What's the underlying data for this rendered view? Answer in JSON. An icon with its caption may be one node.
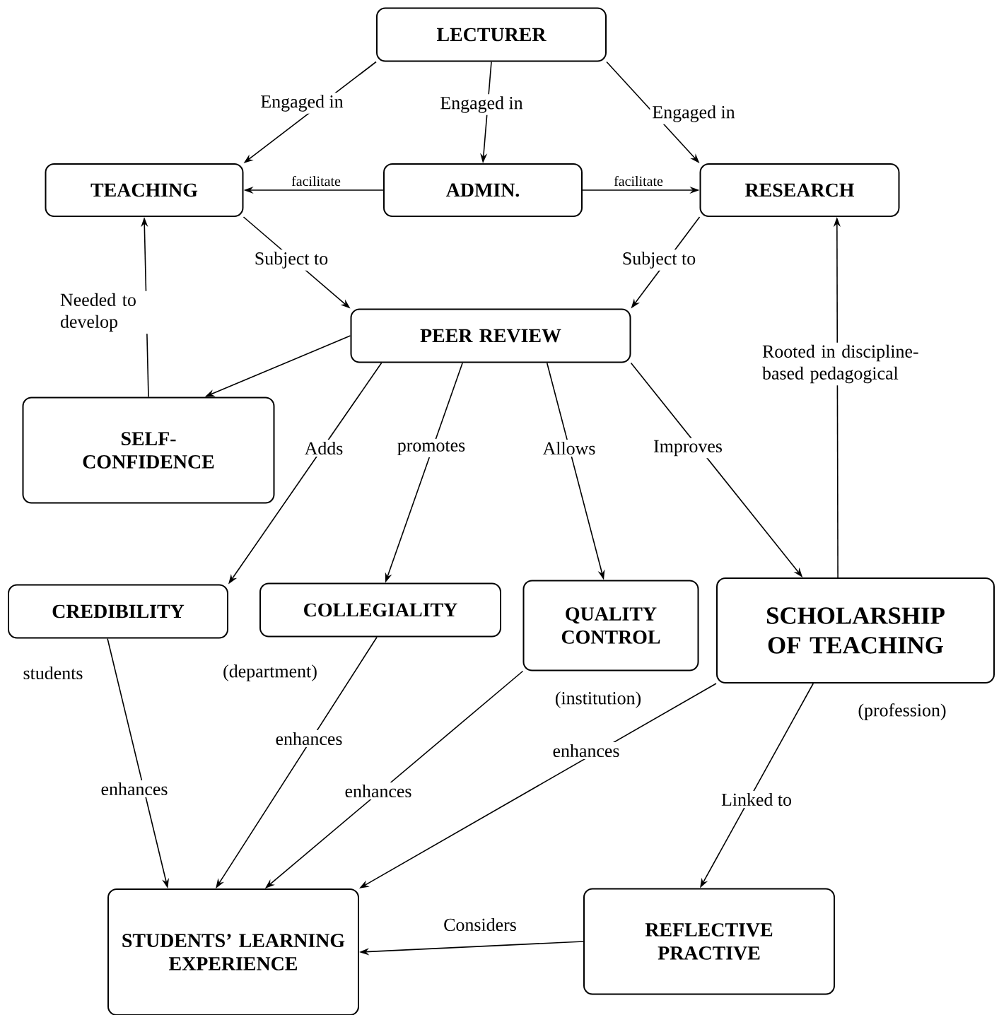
{
  "diagram": {
    "nodes": [
      {
        "text": [
          "LECTURER"
        ]
      },
      {
        "text": [
          "TEACHING"
        ]
      },
      {
        "text": [
          "ADMIN."
        ]
      },
      {
        "text": [
          "RESEARCH"
        ]
      },
      {
        "text": [
          "PEER REVIEW"
        ]
      },
      {
        "text": [
          "SELF-CONFIDENCE"
        ]
      },
      {
        "text": [
          "CREDIBILITY"
        ],
        "beside": [
          "students"
        ]
      },
      {
        "text": [
          "COLLEGIALITY"
        ],
        "beside": [
          "(department)"
        ]
      },
      {
        "text": [
          "QUALITY CONTROL"
        ],
        "beside": [
          "(institution)"
        ]
      },
      {
        "text": [
          "SCHOLARSHIP OF TEACHING"
        ],
        "beside": [
          "(profession)"
        ]
      },
      {
        "text": [
          "STUDENTS’ LEARNING EXPERIENCE"
        ]
      },
      {
        "text": [
          "REFLECTIVE PRACTIVE"
        ]
      }
    ],
    "edges": [
      {
        "from": 0,
        "to": 1,
        "arrow": "to",
        "label": "Engaged in"
      },
      {
        "from": 0,
        "to": 2,
        "arrow": "to",
        "label": "Engaged in"
      },
      {
        "from": 0,
        "to": 3,
        "arrow": "to",
        "label": "Engaged in"
      },
      {
        "from": 2,
        "to": 1,
        "arrow": "to",
        "label": "facilitate"
      },
      {
        "from": 2,
        "to": 3,
        "arrow": "to",
        "label": "facilitate"
      },
      {
        "from": 1,
        "to": 4,
        "arrow": "to",
        "label": "Subject  to"
      },
      {
        "from": 3,
        "to": 4,
        "arrow": "to",
        "label": "Subject  to"
      },
      {
        "from": 4,
        "to": 5,
        "arrow": "to"
      },
      {
        "from": 5,
        "to": 1,
        "arrow": "to",
        "label": "Needed to develop"
      },
      {
        "from": 4,
        "to": 6,
        "arrow": "to",
        "label": "Adds"
      },
      {
        "from": 4,
        "to": 7,
        "arrow": "to",
        "label": "promotes"
      },
      {
        "from": 4,
        "to": 8,
        "arrow": "to",
        "label": "Allows"
      },
      {
        "from": 4,
        "to": 9,
        "arrow": "to",
        "label": "Improves"
      },
      {
        "from": 9,
        "to": 3,
        "arrow": "to",
        "label": "Rooted in discipline-based pedagogical"
      },
      {
        "from": 6,
        "to": 10,
        "arrow": "to",
        "label": "enhances"
      },
      {
        "from": 7,
        "to": 10,
        "arrow": "to",
        "label": "enhances"
      },
      {
        "from": 8,
        "to": 10,
        "arrow": "to",
        "label": "enhances"
      },
      {
        "from": 9,
        "to": 10,
        "arrow": "to",
        "label": "enhances"
      },
      {
        "from": 9,
        "to": 11,
        "arrow": "to",
        "label": "Linked to"
      },
      {
        "from": 11,
        "to": 10,
        "arrow": "to",
        "label": "Considers"
      }
    ]
  }
}
